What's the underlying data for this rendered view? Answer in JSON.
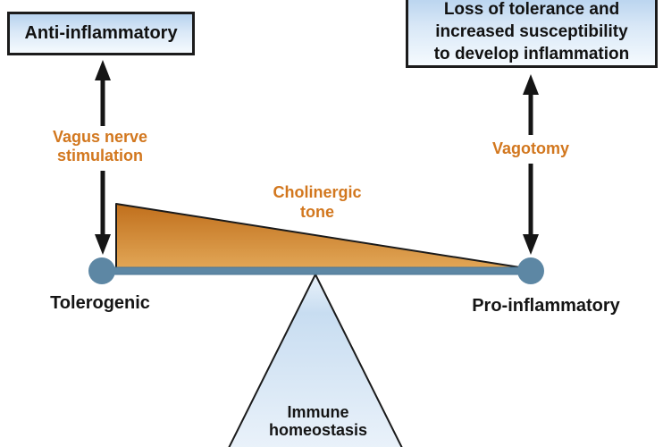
{
  "diagram": {
    "boxes": {
      "anti": {
        "label": "Anti-inflammatory"
      },
      "loss": {
        "lines": [
          "Loss of tolerance and",
          "increased susceptibility",
          "to develop inflammation"
        ]
      }
    },
    "labels": {
      "vns": {
        "lines": [
          "Vagus nerve",
          "stimulation"
        ]
      },
      "vagotomy": {
        "label": "Vagotomy"
      },
      "cholinergic": {
        "lines": [
          "Cholinergic",
          "tone"
        ]
      },
      "tolerogenic": {
        "label": "Tolerogenic"
      },
      "pro_inflammatory": {
        "label": "Pro-inflammatory"
      },
      "immune": {
        "lines": [
          "Immune",
          "homeostasis"
        ]
      }
    },
    "colors": {
      "orange_text": "#d2771e",
      "wedge_top": "#c06f1c",
      "wedge_bottom": "#e2a757",
      "beam": "#5d87a4",
      "beam_edge": "#4b7693",
      "triangle_light": "#eaf2fa",
      "triangle_blue": "#c8ddf1",
      "box_fill_top": "#b7d2ee",
      "box_fill_bottom": "#f5fafe",
      "arrow": "#151515"
    }
  }
}
